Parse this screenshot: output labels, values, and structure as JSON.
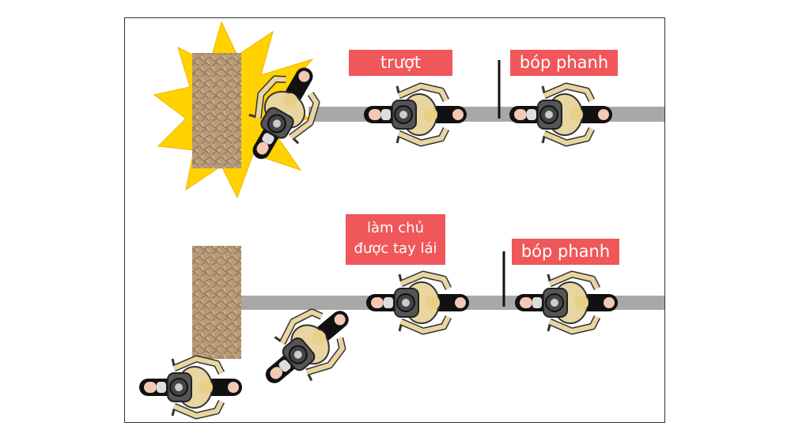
{
  "colors": {
    "label_bg": "#f0575a",
    "road": "#a8a8a8",
    "wall": "#b89a78",
    "crash": "#ffd200"
  },
  "top_scenario": {
    "label_skid": "trượt",
    "label_brake": "bóp phanh"
  },
  "bottom_scenario": {
    "label_control_line1": "làm chủ",
    "label_control_line2": "được tay lái",
    "label_brake": "bóp phanh"
  }
}
